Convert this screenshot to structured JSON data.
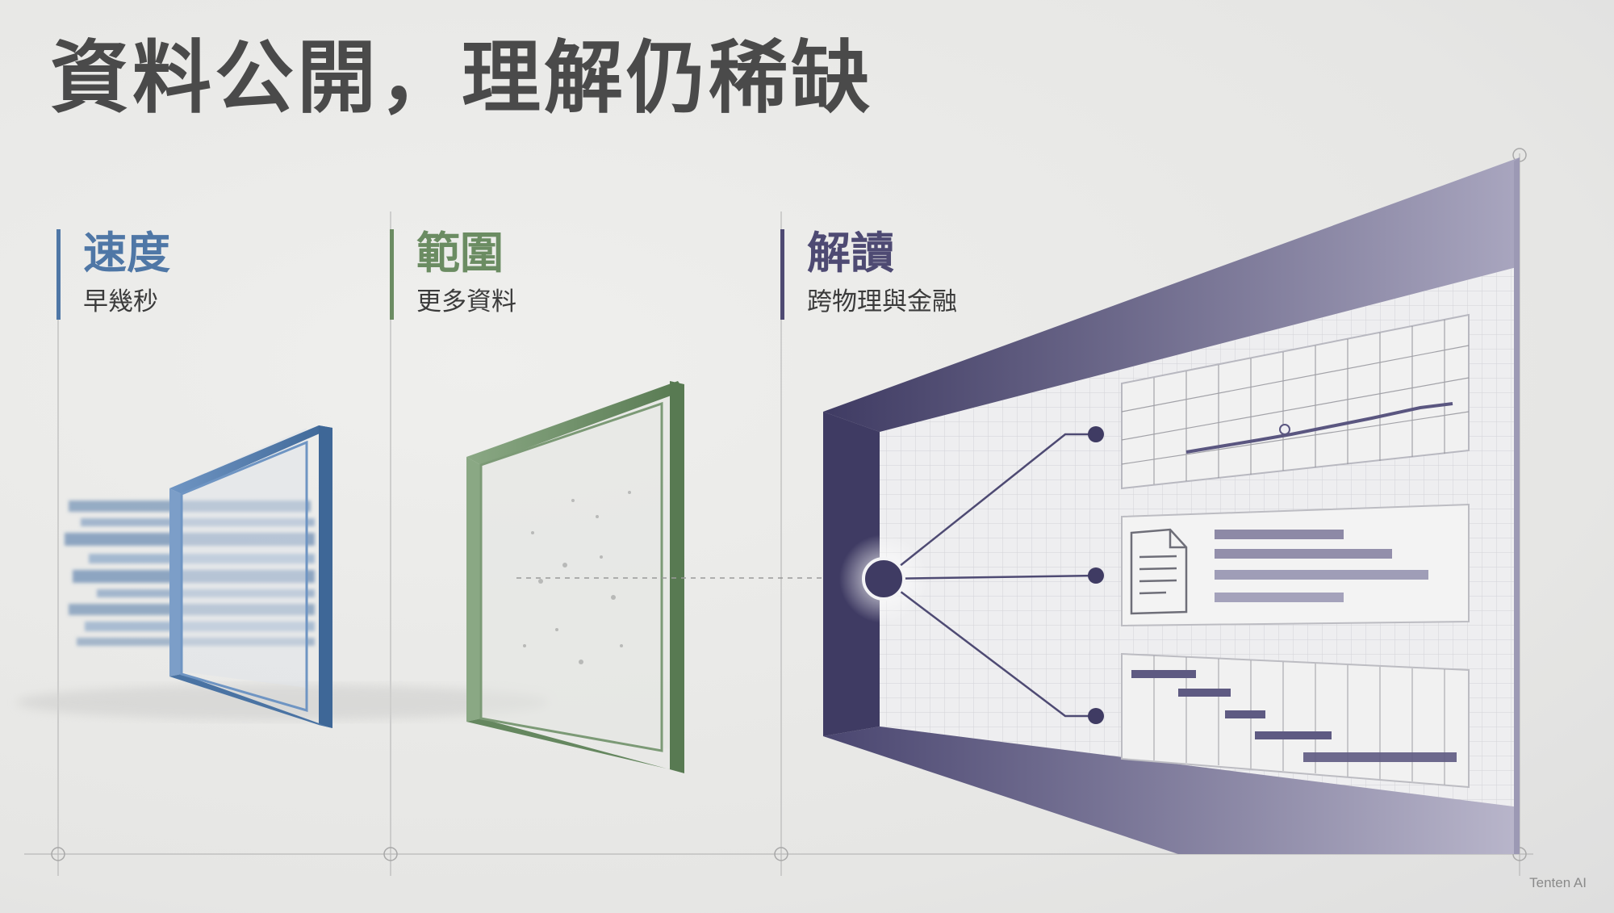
{
  "title": "資料公開，理解仍稀缺",
  "columns": [
    {
      "heading": "速度",
      "subtitle": "早幾秒",
      "color": "#4f77a6"
    },
    {
      "heading": "範圍",
      "subtitle": "更多資料",
      "color": "#6b8c62"
    },
    {
      "heading": "解讀",
      "subtitle": "跨物理與金融",
      "color": "#4e4a73"
    }
  ],
  "brand": "Tenten AI",
  "icons": [
    "speed-lines",
    "noise-frame",
    "hub-node",
    "document-icon",
    "grid-chart",
    "gantt-chart"
  ]
}
